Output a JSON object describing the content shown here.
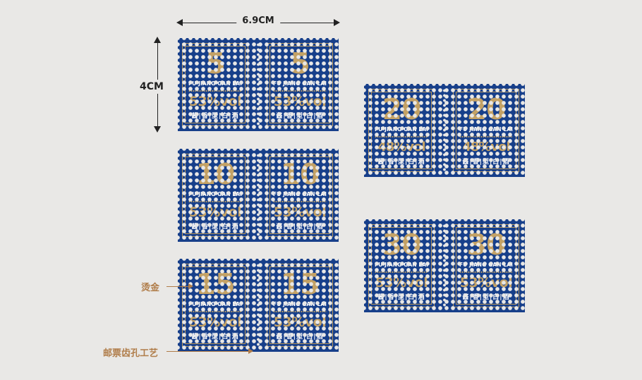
{
  "dimensions": {
    "width_label": "6.9CM",
    "height_label": "4CM"
  },
  "labels": {
    "foil": "烫金",
    "perforation": "邮票齿孔工艺"
  },
  "colors": {
    "background": "#e9e8e6",
    "stamp_blue": "#173f8a",
    "gold": "#c3a165",
    "annotation": "#b07d4a"
  },
  "sheets": [
    {
      "number": "5",
      "brand": "FU JIANG GAN LAI",
      "vol": "53%vol",
      "chars": "酱|香|型|白|酒"
    },
    {
      "number": "10",
      "brand": "FU JIANG GAN LAI",
      "vol": "53%vol",
      "chars": "酱|香|型|白|酒"
    },
    {
      "number": "15",
      "brand": "FU JIANG GAN LAI",
      "vol": "53%vol",
      "chars": "酱|香|型|白|酒"
    },
    {
      "number": "20",
      "brand": "FU JIANG GAN LAI",
      "vol": "48%vol",
      "chars": "酱|香|型|白|酒"
    },
    {
      "number": "30",
      "brand": "FU JIANG GAN LAI",
      "vol": "53%vol",
      "chars": "酱|香|型|白|酒"
    }
  ]
}
